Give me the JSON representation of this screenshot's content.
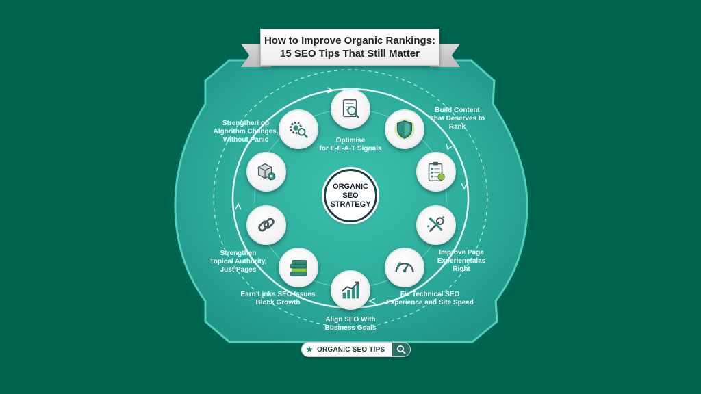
{
  "title": {
    "line1": "How to Improve Organic Rankings:",
    "line2": "15 SEO Tips That Still Matter"
  },
  "center": {
    "text": "ORGANIC\nSEO\nSTRATEGY"
  },
  "nodes": [
    {
      "name": "document-magnifier-icon"
    },
    {
      "name": "shield-icon"
    },
    {
      "name": "checklist-icon"
    },
    {
      "name": "tools-icon"
    },
    {
      "name": "speedometer-icon"
    },
    {
      "name": "growth-chart-icon"
    },
    {
      "name": "books-icon"
    },
    {
      "name": "chain-link-icon"
    },
    {
      "name": "cube-gear-icon"
    },
    {
      "name": "gear-magnifier-icon"
    }
  ],
  "labels": [
    {
      "text": "Optimise\nfor E-E-A-T Signals"
    },
    {
      "text": "Build Content\nThat Deserves to\nRank"
    },
    {
      "text": "Improve Page\nExperienetalas\nRight"
    },
    {
      "text": "Fix Technical SEO\nExperience and Site Speed"
    },
    {
      "text": "Align SEO With\nBusiness Goals"
    },
    {
      "text": "Earn Links SEO Issues\nBlock Growth"
    },
    {
      "text": "Strengthen\nTopical Authority,\nJust Pages"
    },
    {
      "text": "Strengtheri op\nAlgorithm Changes,\nWithout Panic"
    }
  ],
  "footer": {
    "text": "ORGANIC SEO TIPS"
  },
  "colors": {
    "background": "#006550",
    "panel": "#2bad9c",
    "panel_edge": "#1e8c7e",
    "ring": "#d6f3ee",
    "accent_green": "#8cc63f"
  }
}
